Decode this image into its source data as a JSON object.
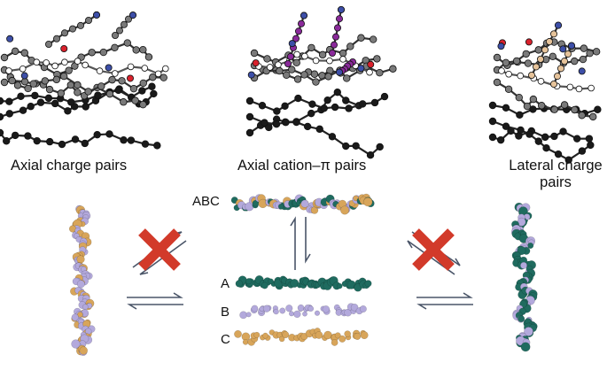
{
  "labels": {
    "axial_charge_pairs": "Axial charge pairs",
    "axial_cation_pi_pairs": "Axial cation–π pairs",
    "lateral_charge_pairs": "Lateral charge pairs",
    "heterotrimer": "ABC",
    "strand_a": "A",
    "strand_b": "B",
    "strand_c": "C"
  },
  "colors": {
    "strand_a": "#1f6b5f",
    "strand_b": "#b3a9dc",
    "strand_c": "#d8a55a",
    "cross_mark": "#d23a2a",
    "arrow": "#4a5568",
    "backbone_dark": "#1a1a1a",
    "backbone_grey": "#7a7a7a",
    "atom_nitrogen": "#3d4fa8",
    "atom_oxygen": "#d9212c",
    "cation_pi_residue": "#8a2a9a",
    "lateral_residue": "#e6c39a"
  },
  "icons": [
    "red-x-icon",
    "equilibrium-arrows-icon"
  ]
}
